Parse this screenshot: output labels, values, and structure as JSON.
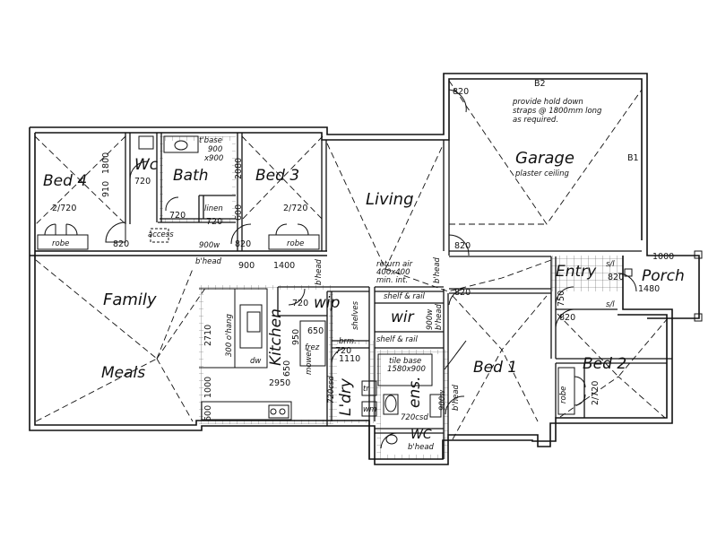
{
  "rooms": {
    "bed4": "Bed 4",
    "wc_top": "Wc",
    "bath": "Bath",
    "bed3": "Bed 3",
    "living": "Living",
    "garage": "Garage",
    "family": "Family",
    "meals": "Meals",
    "kitchen": "Kitchen",
    "wip": "wip",
    "wir": "wir",
    "entry": "Entry",
    "porch": "Porch",
    "bed1": "Bed 1",
    "bed2": "Bed 2",
    "ldry": "L'dry",
    "ens": "ens.",
    "wc_ens": "WC"
  },
  "notes": {
    "garage_note_1": "provide hold down",
    "garage_note_2": "straps @ 1800mm long",
    "garage_note_3": "as required.",
    "plaster": "plaster ceiling",
    "b2": "B2",
    "b1": "B1",
    "tbase_1": "t'base",
    "tbase_2": "900",
    "tbase_3": "x900",
    "linen": "linen",
    "access": "access",
    "robe_bed4": "robe",
    "robe_bed3": "robe",
    "robe_bed2": "robe",
    "bhead_1": "900w",
    "bhead_2": "b'head",
    "return_air_1": "return air",
    "return_air_2": "400x400",
    "return_air_3": "min. int.",
    "bhead_v1": "b'head",
    "bhead_v2": "b'head",
    "shelf_rail_1": "shelf & rail",
    "shelf_rail_2": "shelf & rail",
    "shelves": "shelves",
    "bhead_wir": "900w",
    "bhead_wir_2": "b'head",
    "brm": "brm.",
    "frez": "frez",
    "dw": "dw",
    "tile_base_1": "tile base",
    "tile_base_2": "1580x900",
    "tr": "tr.",
    "wm": "wm",
    "csd_1": "720csd",
    "csd_2": "720csd",
    "bhead_ens_1": "900w",
    "bhead_ens_2": "b'head",
    "bhead_wc": "b'head",
    "ohang": "300 o'hang",
    "sl_1": "s/l",
    "sl_2": "s/l",
    "mower": "mower"
  },
  "dims": {
    "d720_bed4": "2/720",
    "d720_bed3": "2/720",
    "d720_bed2": "2/720",
    "d820_bed4": "820",
    "d820_bed3": "820",
    "d820_garage_top": "820",
    "d820_garage": "820",
    "d820_bed1": "820",
    "d820_entry": "820",
    "d820_entry_2": "820",
    "d720_wc": "720",
    "d720_bath": "720",
    "d720_linen": "720",
    "d720_wip": "720",
    "d720_ldry": "720",
    "d1800": "1800",
    "d910": "910",
    "d2080": "2080",
    "d600": "600",
    "d900": "900",
    "d1400": "1400",
    "d2710": "2710",
    "d1000": "1000",
    "d600b": "600",
    "d2950": "2950",
    "d650": "650",
    "d950": "950",
    "d650b": "650",
    "d1110": "1110",
    "d1000_porch": "1000",
    "d1480": "1480",
    "d750": "750"
  }
}
